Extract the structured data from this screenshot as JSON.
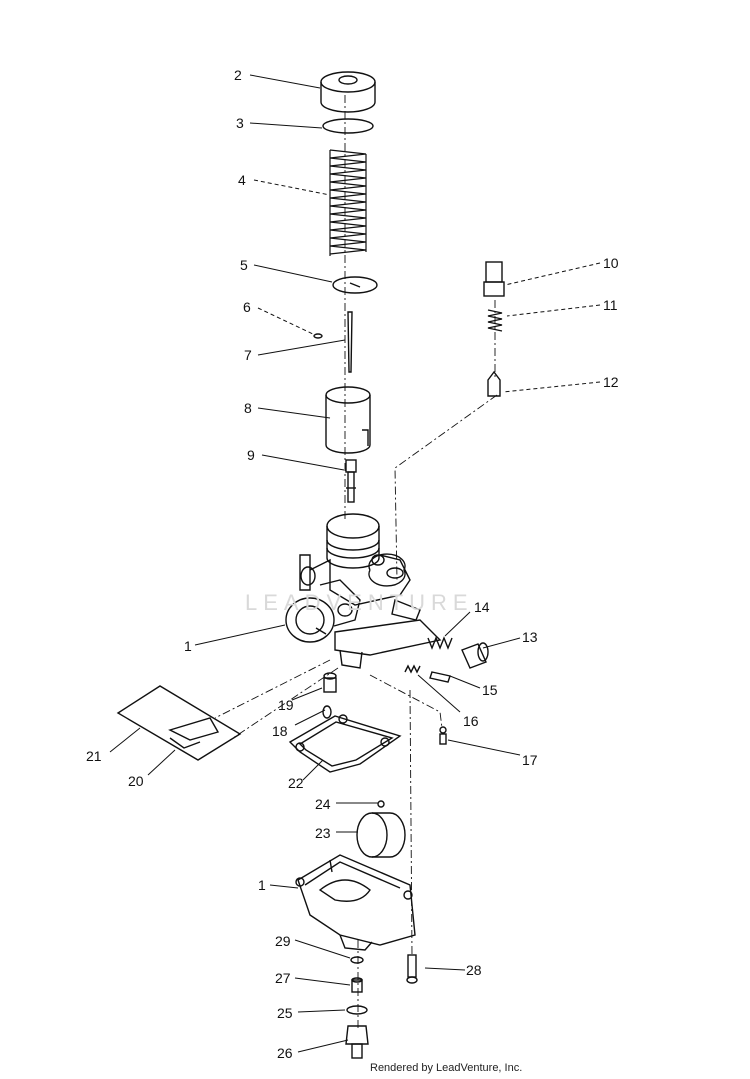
{
  "watermark": "LEADVENTURE",
  "credit": "Rendered by LeadVenture, Inc.",
  "callouts": [
    "1",
    "2",
    "3",
    "4",
    "5",
    "6",
    "7",
    "8",
    "9",
    "10",
    "11",
    "12",
    "13",
    "14",
    "15",
    "16",
    "17",
    "18",
    "19",
    "20",
    "21",
    "22",
    "23",
    "24",
    "1",
    "25",
    "26",
    "27",
    "28",
    "29"
  ]
}
